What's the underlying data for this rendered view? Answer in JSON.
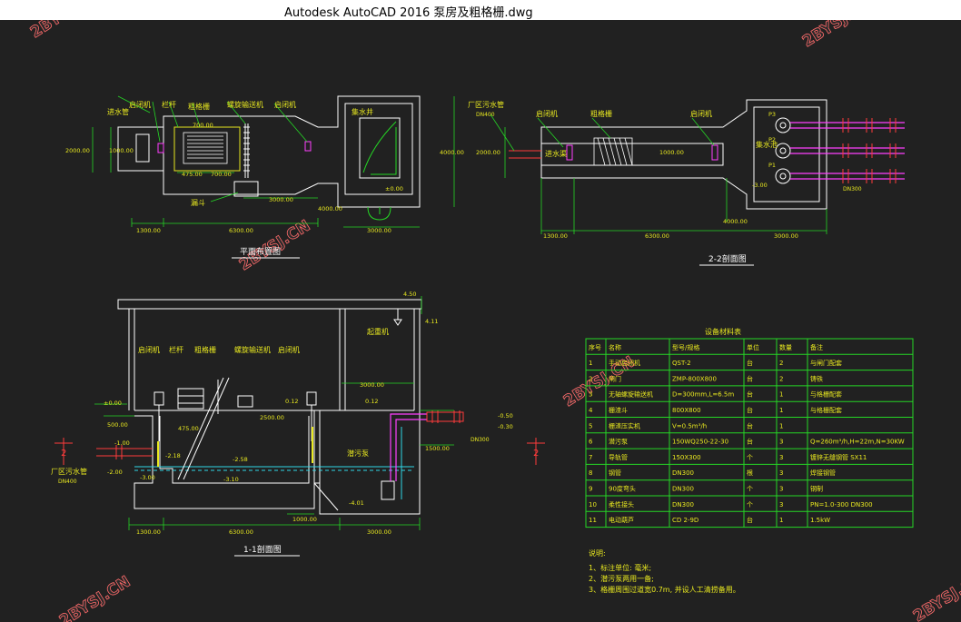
{
  "window": {
    "title": "Autodesk AutoCAD 2016     泵房及粗格栅.dwg"
  },
  "colors": {
    "background": "#212121",
    "green": "#25d625",
    "yellow": "#e8e820",
    "red": "#ff3c3c",
    "white": "#ffffff",
    "magenta": "#ff40ff",
    "cyan": "#30d8e8"
  },
  "watermark": "2BYSJ.CN",
  "plan_view": {
    "title": "平面布置图",
    "labels": {
      "inlet_pipe": "进水管",
      "gate_1": "启闭机",
      "rail": "栏杆",
      "grille": "粗格栅",
      "conveyor": "螺旋输送机",
      "gate_2": "启闭机",
      "pump_well": "集水井",
      "hopper": "漏斗"
    },
    "dims": {
      "w2000": "2000.00",
      "w1000": "1000.00",
      "d700a": "700.00",
      "d475": "475.00",
      "d700b": "700.00",
      "d3000": "3000.00",
      "d1300": "1300.00",
      "d6300": "6300.00",
      "d4000": "4000.00",
      "d4000b": "4000.00",
      "d3000b": "3000.00",
      "lvl000": "±0.00"
    }
  },
  "section_22": {
    "title": "2-2剖面图",
    "labels": {
      "inlet_sewage": "厂区污水管",
      "dn400": "DN400",
      "gate_a": "启闭机",
      "grille": "粗格栅",
      "gate_b": "启闭机",
      "inlet_channel": "进水渠",
      "well": "集水池",
      "p1": "P1",
      "p2": "P2",
      "p3": "P3",
      "dn300": "DN300"
    },
    "dims": {
      "h2000": "2000.00",
      "w1000": "1000.00",
      "l1300": "1300.00",
      "l6300": "6300.00",
      "l4000": "4000.00",
      "l3000": "3000.00",
      "lvl300": "-3.00"
    }
  },
  "section_11": {
    "title": "1-1剖面图",
    "labels": {
      "gate_1": "启闭机",
      "rail": "栏杆",
      "grille": "粗格栅",
      "conveyor": "螺旋输送机",
      "gate_2": "启闭机",
      "hoist": "起重机",
      "pump": "潜污泵",
      "inlet": "厂区污水管",
      "dn400": "DN400",
      "dn300": "DN300",
      "cut_left": "2",
      "cut_right": "2"
    },
    "levels": {
      "top": "4.50",
      "top2": "4.11",
      "z0": "±0.00",
      "z012a": "0.12",
      "z012b": "0.12",
      "zm100": "-1.00",
      "zm200": "-2.00",
      "zm218": "-2.18",
      "zm258": "-2.58",
      "zm300": "-3.00",
      "zm318": "-3.10",
      "zm401": "-4.01",
      "zm050": "-0.50",
      "zm030": "-0.30"
    },
    "dims": {
      "d500": "500.00",
      "d475": "475.00",
      "d3000": "3000.00",
      "d2500": "2500.00",
      "d1300": "1300.00",
      "d6300": "6300.00",
      "d1000": "1000.00",
      "d3000b": "3000.00",
      "d1500": "1500.00"
    }
  },
  "equipment_table": {
    "title": "设备材料表",
    "headers": [
      "序号",
      "名称",
      "型号/规格",
      "单位",
      "数量",
      "备注"
    ],
    "rows": [
      [
        "1",
        "手动启闭机",
        "QST-2",
        "台",
        "2",
        "与闸门配套"
      ],
      [
        "2",
        "闸门",
        "ZMP-800X800",
        "台",
        "2",
        "铸铁"
      ],
      [
        "3",
        "无轴螺旋输送机",
        "D=300mm,L=6.5m",
        "台",
        "1",
        "与格栅配套"
      ],
      [
        "4",
        "栅渣斗",
        "800X800",
        "台",
        "1",
        "与格栅配套"
      ],
      [
        "5",
        "栅渣压实机",
        "V=0.5m³/h",
        "台",
        "1",
        ""
      ],
      [
        "6",
        "潜污泵",
        "150WQ250-22-30",
        "台",
        "3",
        "Q=260m³/h,H=22m,N=30KW"
      ],
      [
        "7",
        "导轨管",
        "150X300",
        "个",
        "3",
        "镀锌无缝钢管 SX11"
      ],
      [
        "8",
        "钢管",
        "DN300",
        "根",
        "3",
        "焊接钢管"
      ],
      [
        "9",
        "90度弯头",
        "DN300",
        "个",
        "3",
        "钢制"
      ],
      [
        "10",
        "柔性接头",
        "DN300",
        "个",
        "3",
        "PN=1.0-300 DN300"
      ],
      [
        "11",
        "电动葫芦",
        "CD 2-9D",
        "台",
        "1",
        "1.5kW"
      ]
    ]
  },
  "notes": {
    "heading": "说明:",
    "items": [
      "1、标注单位: 毫米;",
      "2、潜污泵两用一备;",
      "3、格栅周围过道宽0.7m, 并设人工清捞备用。"
    ]
  }
}
